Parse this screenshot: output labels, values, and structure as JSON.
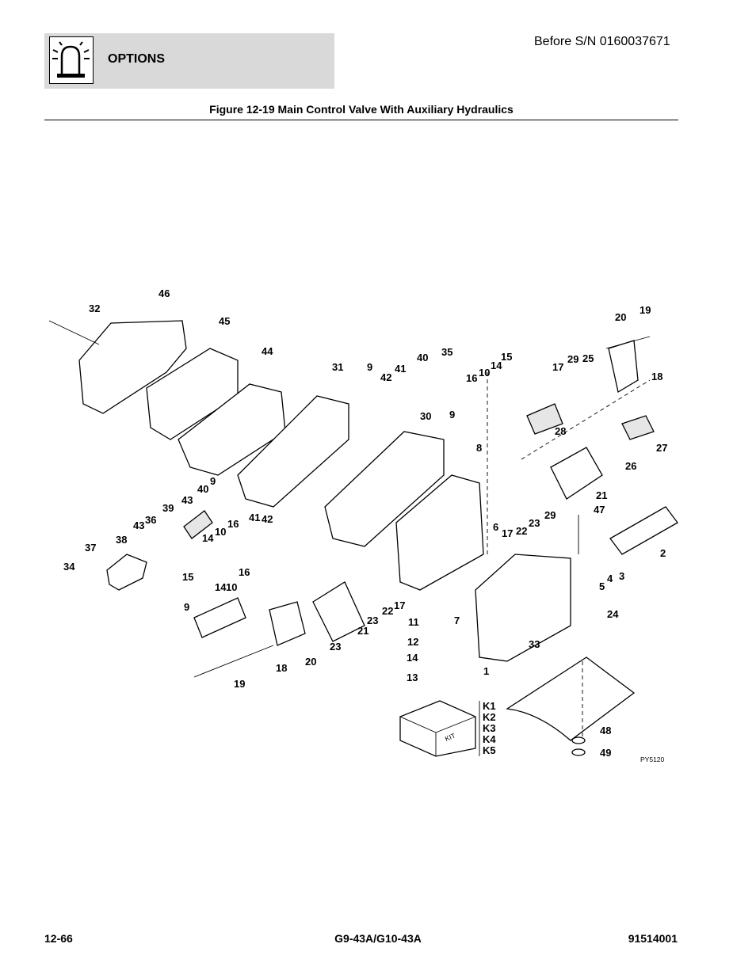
{
  "header": {
    "section": "OPTIONS",
    "serial_note": "Before S/N 0160037671",
    "icon": "warning-beacon-icon"
  },
  "figure": {
    "title": "Figure 12-19 Main Control Valve With Auxiliary Hydraulics",
    "reference": "PY5120",
    "kit_label": "KIT"
  },
  "callouts": [
    "46",
    "32",
    "45",
    "44",
    "31",
    "9",
    "42",
    "41",
    "40",
    "35",
    "16",
    "10",
    "14",
    "15",
    "17",
    "29",
    "25",
    "20",
    "19",
    "18",
    "30",
    "9",
    "8",
    "28",
    "27",
    "26",
    "21",
    "9",
    "40",
    "43",
    "39",
    "36",
    "43",
    "41",
    "42",
    "16",
    "10",
    "14",
    "38",
    "37",
    "34",
    "15",
    "16",
    "10",
    "14",
    "9",
    "6",
    "17",
    "22",
    "23",
    "29",
    "47",
    "2",
    "5",
    "4",
    "3",
    "33",
    "24",
    "21",
    "23",
    "22",
    "17",
    "11",
    "12",
    "14",
    "13",
    "7",
    "23",
    "20",
    "18",
    "19",
    "1",
    "48",
    "49"
  ],
  "kits": [
    "K1",
    "K2",
    "K3",
    "K4",
    "K5"
  ],
  "footer": {
    "page": "12-66",
    "model": "G9-43A/G10-43A",
    "doc_number": "91514001"
  }
}
